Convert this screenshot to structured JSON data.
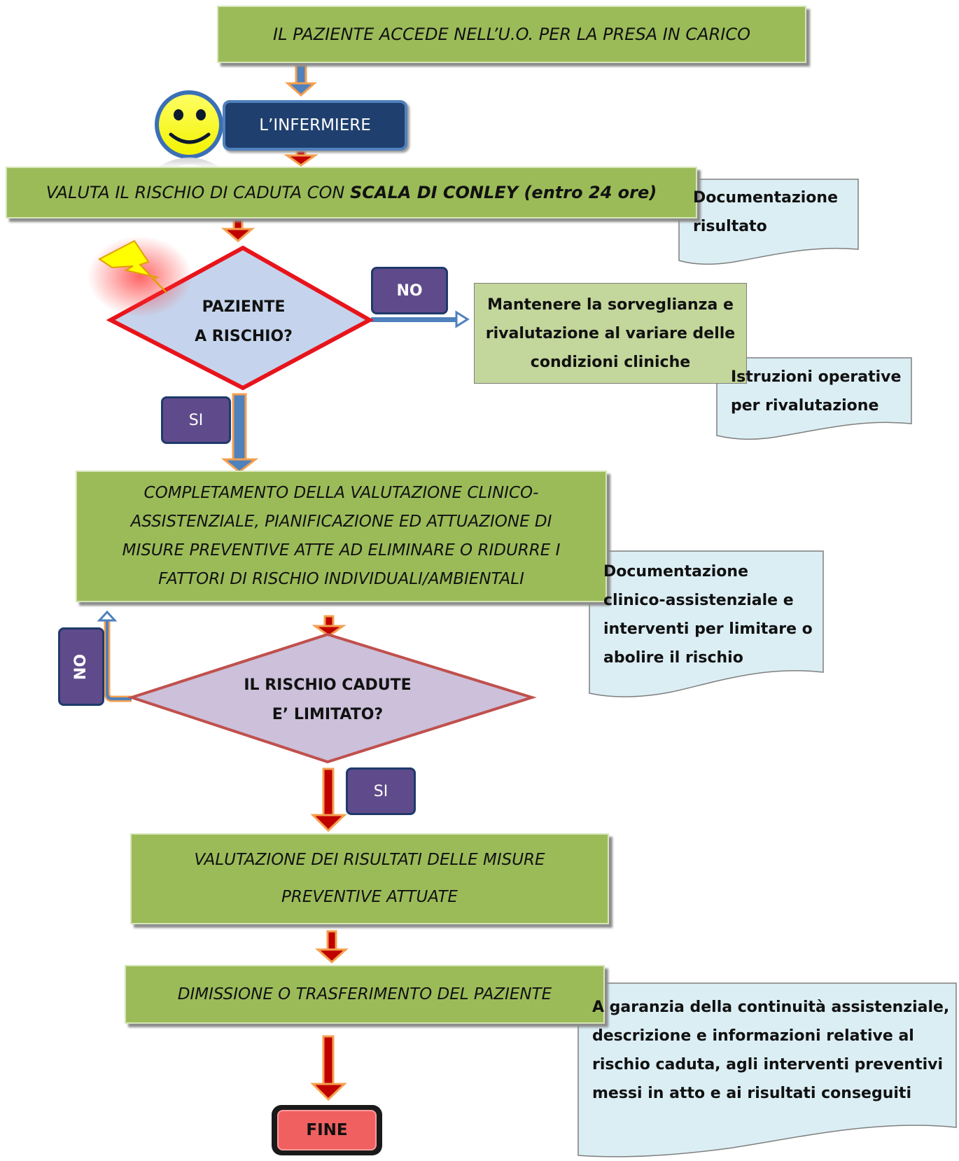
{
  "boxes": {
    "start": "IL PAZIENTE ACCEDE NELL’U.O. PER LA PRESA IN CARICO",
    "nurse": "L’INFERMIERE",
    "assess_prefix": "VALUTA IL RISCHIO DI CADUTA CON ",
    "assess_bold": "SCALA DI CONLEY (entro 24 ore)",
    "completion": [
      "COMPLETAMENTO DELLA VALUTAZIONE CLINICO-",
      "ASSISTENZIALE, PIANIFICAZIONE ED ATTUAZIONE DI",
      "MISURE PREVENTIVE ATTE AD ELIMINARE O RIDURRE I",
      "FATTORI DI RISCHIO INDIVIDUALI/AMBIENTALI"
    ],
    "evaluation": [
      "VALUTAZIONE DEI RISULTATI DELLE MISURE",
      "PREVENTIVE ATTUATE"
    ],
    "discharge": "DIMISSIONE O TRASFERIMENTO DEL PAZIENTE",
    "end": "FINE"
  },
  "decisions": {
    "risk": [
      "PAZIENTE",
      "A RISCHIO?"
    ],
    "limited": [
      "IL RISCHIO CADUTE",
      "E’ LIMITATO?"
    ]
  },
  "labels": {
    "no1": "NO",
    "si1": "SI",
    "no2": "NO",
    "si2": "SI"
  },
  "side": {
    "maintain": [
      "Mantenere la sorveglianza e",
      "rivalutazione al variare delle",
      "condizioni cliniche"
    ]
  },
  "documents": {
    "result": [
      "Documentazione",
      "risultato"
    ],
    "instructions": [
      "Istruzioni operative",
      "per rivalutazione"
    ],
    "clinical": [
      "Documentazione",
      "clinico-assistenziale e",
      "interventi per limitare o",
      "abolire il rischio"
    ],
    "continuity": [
      "A garanzia della continuità assistenziale,",
      "descrizione e informazioni relative al",
      "rischio caduta, agli interventi preventivi",
      "messi in atto e ai risultati conseguiti"
    ]
  },
  "colors": {
    "green": "#9bbb59",
    "doc": "#dbeef4",
    "purple": "#5f4b8b",
    "diamond1_fill": "#c5d4ec",
    "diamond1_border": "#e8141c",
    "diamond2_fill": "#ccc0da",
    "diamond2_border": "#c0504d",
    "fine": "#f06060",
    "arrow_orange": "#f4a050",
    "arrow_blue": "#4f81bd",
    "arrow_red": "#c00000"
  }
}
